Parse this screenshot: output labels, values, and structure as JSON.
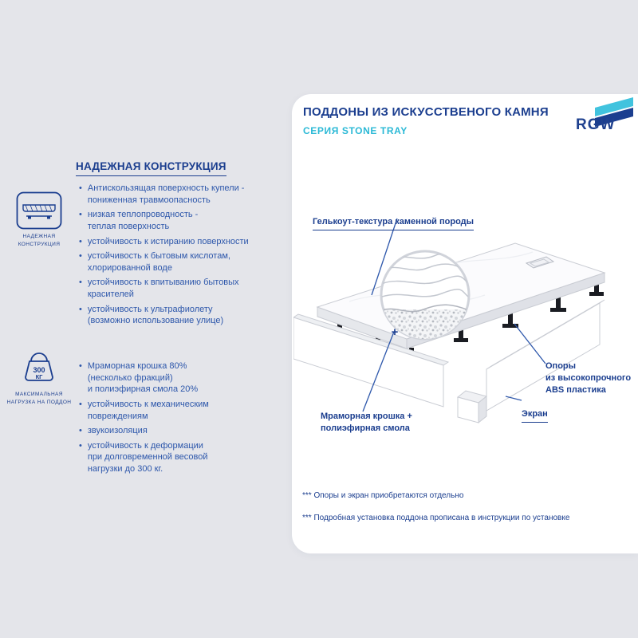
{
  "colors": {
    "background": "#e4e5ea",
    "panel": "#ffffff",
    "heading_blue": "#1b3e8f",
    "text_blue": "#2d57ab",
    "accent_cyan": "#2bb9d6"
  },
  "header": {
    "title": "ПОДДОНЫ ИЗ ИСКУССТВЕНОГО КАМНЯ",
    "subtitle": "СЕРИЯ STONE TRAY",
    "logo_text": "RGW"
  },
  "sidebar": {
    "heading": "НАДЕЖНАЯ КОНСТРУКЦИЯ",
    "icon1_caption": "НАДЕЖНАЯ\nКОНСТРУКЦИЯ",
    "list1": [
      "Антискользящая поверхность купели -\nпониженная травмоопасность",
      "низкая теплопроводность -\nтеплая поверхность",
      "устойчивость к истиранию поверхности",
      "устойчивость к бытовым кислотам,\nхлорированной воде",
      "устойчивость к впитыванию бытовых\nкрасителей",
      "устойчивость к ультрафиолету\n(возможно использование улице)"
    ],
    "icon2_value": "300",
    "icon2_unit": "КГ",
    "icon2_caption": "МАКСИМАЛЬНАЯ\nНАГРУЗКА НА ПОДДОН",
    "list2": [
      "Мраморная крошка 80%\n(несколько фракций)\nи полиэфирная смола 20%",
      "устойчивость к механическим\nповреждениям",
      "звукоизоляция",
      "устойчивость к деформации\nпри долговременной весовой\nнагрузки до 300 кг."
    ]
  },
  "diagram": {
    "labels": {
      "texture": "Гелькоут-текстура каменной породы",
      "supports": "Опоры\nиз высокопрочного\nABS пластика",
      "screen": "Экран",
      "marble": "Мраморная крошка +\nполиэфирная смола",
      "plus": "+"
    },
    "footnotes": [
      "*** Опоры и экран приобретаются отдельно",
      "*** Подробная установка поддона прописана в инструкции по установке"
    ]
  }
}
